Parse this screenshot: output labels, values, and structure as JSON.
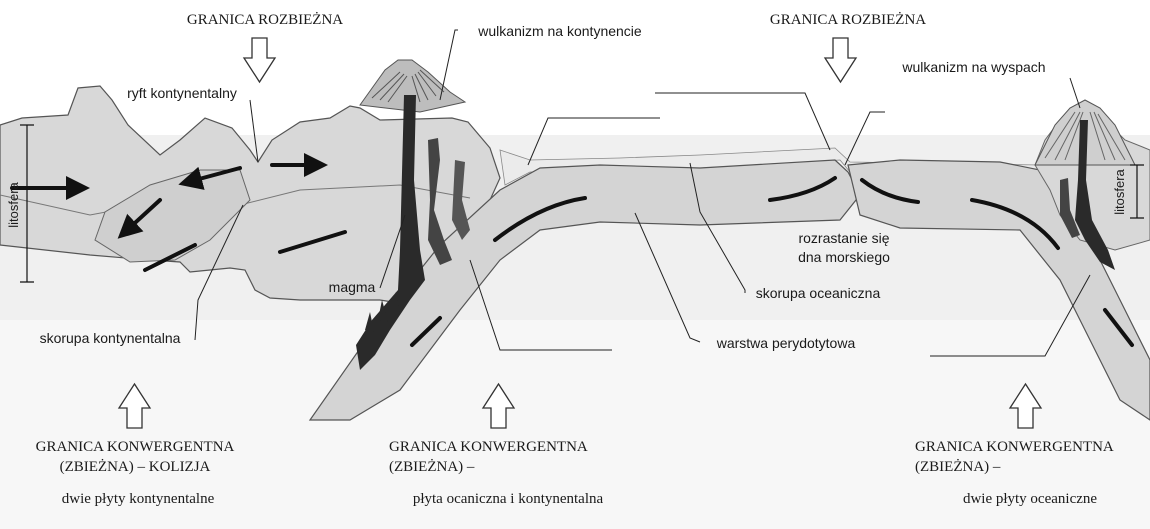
{
  "top_labels": {
    "divergent_left": "GRANICA ROZBIEŻNA",
    "divergent_right": "GRANICA ROZBIEŻNA"
  },
  "labels": {
    "continental_rift": "ryft kontynentalny",
    "continental_volcanism": "wulkanizm na kontynencie",
    "island_volcanism": "wulkanizm na wyspach",
    "lithosphere_left": "litosfera",
    "lithosphere_right": "litosfera",
    "seafloor_spreading_line1": "rozrastanie się",
    "seafloor_spreading_line2": "dna morskiego",
    "magma": "magma",
    "oceanic_crust": "skorupa oceaniczna",
    "continental_crust": "skorupa kontynentalna",
    "peridotite_layer": "warstwa perydotytowa"
  },
  "bottom_captions": {
    "collision": {
      "line1": "GRANICA KONWERGENTNA",
      "line2": "(ZBIEŻNA) – KOLIZJA",
      "line3": "dwie płyty kontynentalne"
    },
    "ocean_continent": {
      "line1": "GRANICA KONWERGENTNA",
      "line2": "(ZBIEŻNA) –",
      "line3": "płyta ocaniczna i kontynentalna"
    },
    "ocean_ocean": {
      "line1": "GRANICA KONWERGENTNA",
      "line2": "(ZBIEŻNA) –",
      "line3": "dwie płyty oceaniczne"
    }
  },
  "icons": [
    "down-arrow-icon",
    "up-arrow-icon",
    "motion-arrow-icon"
  ],
  "colors": {
    "background": "#ffffff",
    "mantle": "#eeeeee",
    "plate": "#d6d6d6",
    "ocean_water": "#e9e9e9",
    "magma": "#2a2a2a",
    "outline": "#555555"
  }
}
